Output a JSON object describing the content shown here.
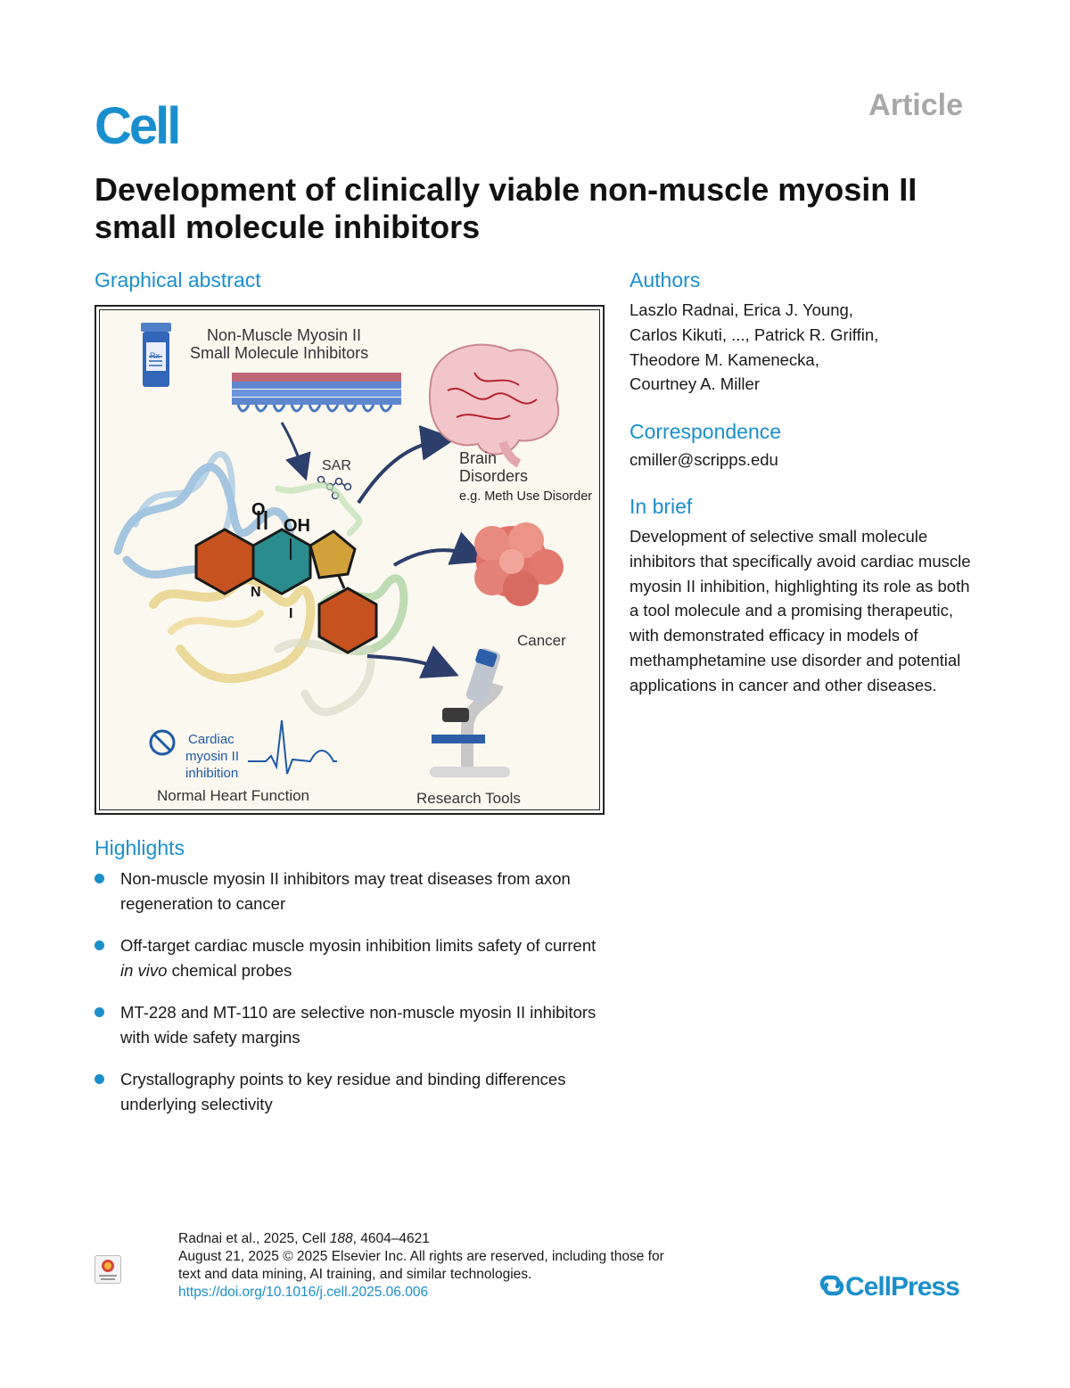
{
  "header": {
    "journal": "Cell",
    "article_type": "Article"
  },
  "title": "Development of clinically viable non-muscle myosin II small molecule inhibitors",
  "graphical_abstract": {
    "heading": "Graphical abstract",
    "top_label_1": "Non-Muscle Myosin II",
    "top_label_2": "Small Molecule Inhibitors",
    "sar": "SAR",
    "o_label": "O",
    "oh_label": "OH",
    "n_label": "N",
    "i_label": "I",
    "brain_1": "Brain",
    "brain_2": "Disorders",
    "brain_3": "e.g. Meth Use Disorder",
    "cancer": "Cancer",
    "cardiac_1": "Cardiac",
    "cardiac_2": "myosin II",
    "cardiac_3": "inhibition",
    "heart": "Normal Heart Function",
    "research": "Research Tools",
    "rx": "Rx"
  },
  "authors": {
    "heading": "Authors",
    "lines": [
      "Laszlo Radnai, Erica J. Young,",
      "Carlos Kikuti, ..., Patrick R. Griffin,",
      "Theodore M. Kamenecka,",
      "Courtney A. Miller"
    ]
  },
  "correspondence": {
    "heading": "Correspondence",
    "email": "cmiller@scripps.edu"
  },
  "in_brief": {
    "heading": "In brief",
    "text": "Development of selective small molecule inhibitors that specifically avoid cardiac muscle myosin II inhibition, highlighting its role as both a tool molecule and a promising therapeutic, with demonstrated efficacy in models of methamphetamine use disorder and potential applications in cancer and other diseases."
  },
  "highlights": {
    "heading": "Highlights",
    "items": [
      {
        "text": "Non-muscle myosin II inhibitors may treat diseases from axon regeneration to cancer"
      },
      {
        "pre": "Off-target cardiac muscle myosin inhibition limits safety of current ",
        "em": "in vivo",
        "post": " chemical probes"
      },
      {
        "text": "MT-228 and MT-110 are selective non-muscle myosin II inhibitors with wide safety margins"
      },
      {
        "text": "Crystallography points to key residue and binding differences underlying selectivity"
      }
    ]
  },
  "footer": {
    "citation_pre": "Radnai et al., 2025, Cell ",
    "citation_vol": "188",
    "citation_post": ", 4604–4621",
    "date": "August 21, 2025 © 2025 Elsevier Inc. All rights are reserved, including those for",
    "rights_2": "text and data mining, AI training, and similar technologies.",
    "doi": "https://doi.org/10.1016/j.cell.2025.06.006",
    "check_label": "Check for updates",
    "publisher": "CellPress"
  },
  "colors": {
    "accent": "#1b8fcb",
    "logo": "#1a8fcf",
    "article_gray": "#a8a8a8"
  }
}
